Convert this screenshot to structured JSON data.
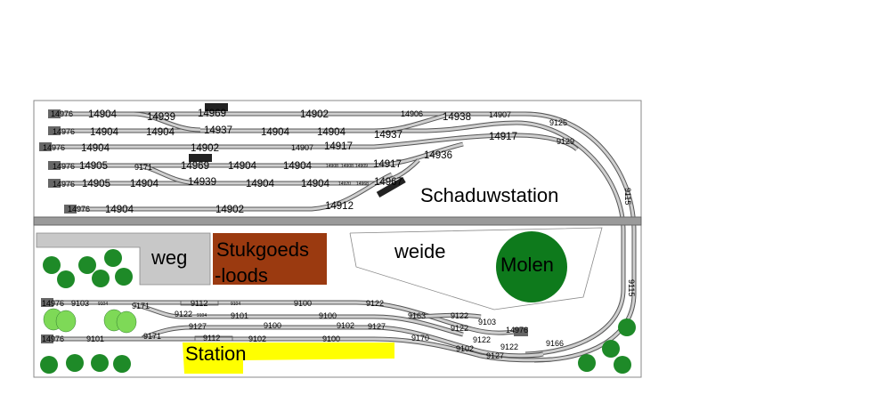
{
  "areas": {
    "schaduwstation": "Schaduwstation",
    "weg": "weg",
    "stukgoeds_line1": "Stukgoeds",
    "stukgoeds_line2": "-loods",
    "weide": "weide",
    "molen": "Molen",
    "station": "Station"
  },
  "track_labels": {
    "t1": "14976",
    "t2": "14904",
    "t3": "14939",
    "t4": "14969",
    "t5": "14902",
    "t6": "14906",
    "t7": "14938",
    "t8": "14907",
    "t9": "9125",
    "t10": "14976",
    "t11": "14904",
    "t12": "14904",
    "t13": "14937",
    "t14": "14904",
    "t15": "14904",
    "t16": "14937",
    "t17": "9129",
    "t18": "14976",
    "t19": "14904",
    "t20": "14902",
    "t21": "14907",
    "t22": "14917",
    "t23": "14917",
    "t24": "14936",
    "t25": "14976",
    "t26": "14905",
    "t27": "9171",
    "t28": "14969",
    "t29": "14904",
    "t30": "14904",
    "t31": "14917",
    "t32": "14976",
    "t33": "14905",
    "t34": "14904",
    "t35": "14939",
    "t36": "14904",
    "t37": "14904",
    "t38": "14967",
    "t39": "14976",
    "t40": "14904",
    "t41": "14902",
    "t42": "14912",
    "t43": "9115",
    "t44": "9115",
    "t45": "14976",
    "t46": "9103",
    "t47": "9104",
    "t48": "9171",
    "t49": "9112",
    "t50": "9104",
    "t51": "9100",
    "t52": "9122",
    "t53": "9122",
    "t54": "9104",
    "t55": "9101",
    "t56": "9100",
    "t57": "9163",
    "t58": "9122",
    "t59": "9103",
    "t60": "14976",
    "t61": "9127",
    "t62": "9100",
    "t63": "9102",
    "t64": "9127",
    "t65": "9122",
    "t66": "14976",
    "t67": "9101",
    "t68": "9171",
    "t69": "9112",
    "t70": "9102",
    "t71": "9100",
    "t72": "9170",
    "t73": "9122",
    "t74": "9102",
    "t75": "9127",
    "t76": "9122",
    "t77": "9166",
    "t78": "14908",
    "t79": "14908",
    "t80": "14909",
    "t81": "14920",
    "t82": "14968"
  },
  "colors": {
    "rail_fill": "#cfcfcf",
    "rail_stroke": "#555555",
    "buffer": "#666666",
    "loco": "#222222",
    "road": "#c8c8c8",
    "stukgoeds": "#9b3a10",
    "molen": "#0e7a1c",
    "station": "#ffff00",
    "tree": "#1e8a28",
    "shrub": "#7ed957"
  }
}
